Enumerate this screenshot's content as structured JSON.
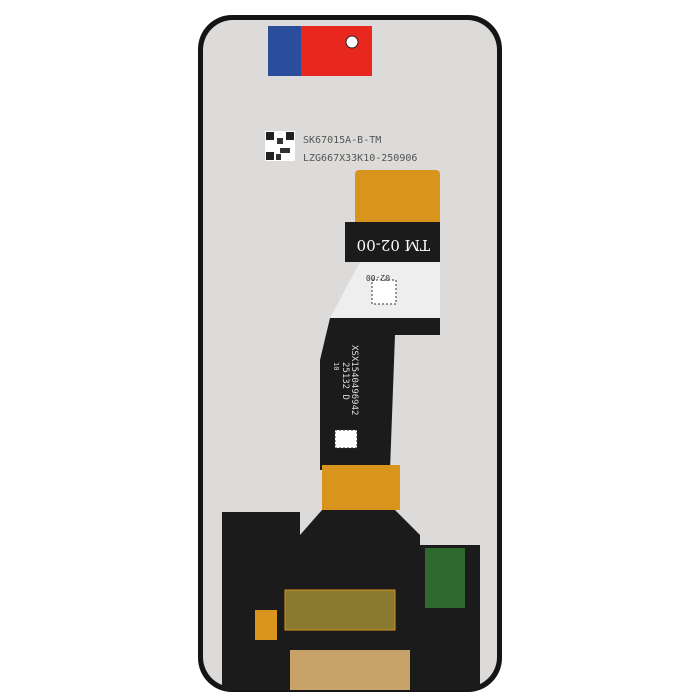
{
  "product": {
    "label_line1": "SK67015A-B-TM",
    "label_line2": "LZG667X33K10-250906",
    "flex_marking": "TM 02-00",
    "flex_small_marking": "02-00",
    "flex_serial": "XSX1540496942",
    "flex_date": "25132 D",
    "flex_code": "10"
  },
  "colors": {
    "panel": "#dcdbd9",
    "frame": "#151515",
    "flex_black": "#1b1b1b",
    "flex_orange": "#d9941e",
    "tab_blue": "#2a4d9c",
    "tab_red": "#e8281e"
  }
}
